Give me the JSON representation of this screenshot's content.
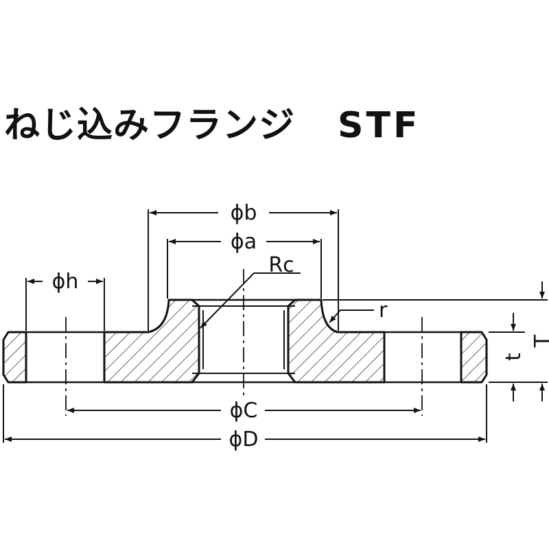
{
  "title": {
    "name": "ねじ込みフランジ",
    "code": "STF"
  },
  "labels": {
    "phi_b": "ϕb",
    "phi_a": "ϕa",
    "phi_h": "ϕh",
    "rc": "Rc",
    "r": "r",
    "t": "t",
    "T": "T",
    "phi_C": "ϕC",
    "phi_D": "ϕD"
  },
  "colors": {
    "line": "#111111",
    "background": "#ffffff"
  }
}
